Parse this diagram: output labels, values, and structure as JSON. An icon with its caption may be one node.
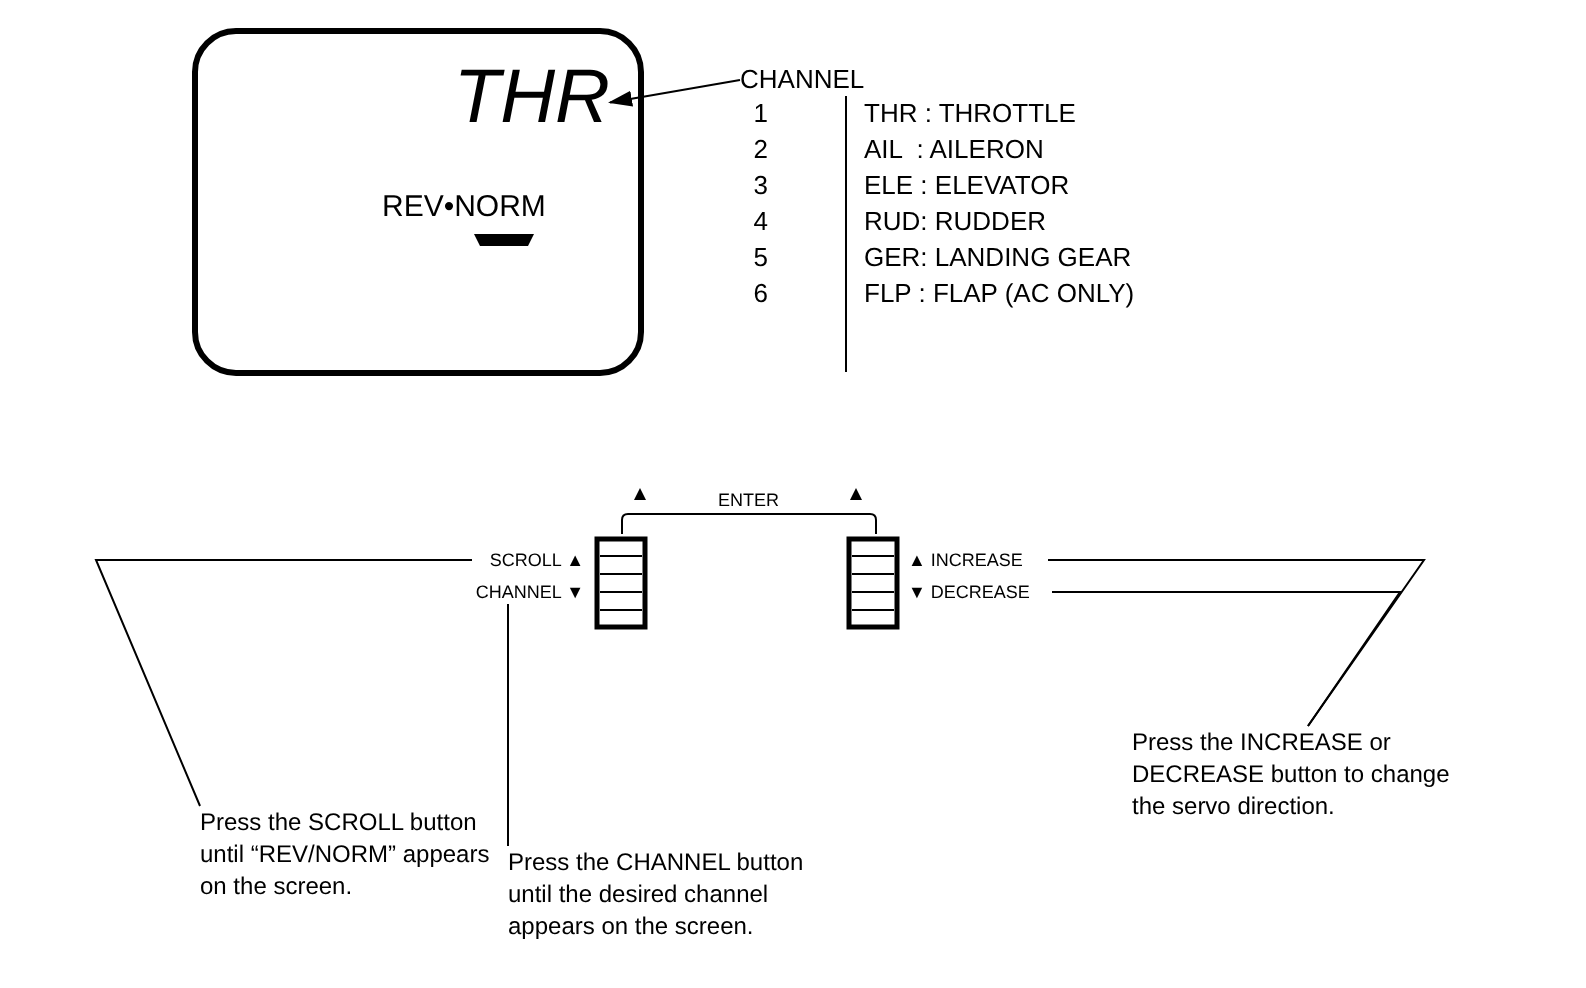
{
  "diagram": {
    "nodes": [
      {
        "text": [
          "REV•NORM"
        ]
      },
      {
        "text": [
          "THR"
        ],
        "in": 0
      },
      {
        "text": [
          "CHANNEL"
        ]
      },
      {
        "text": [
          "SCROLL ▲"
        ]
      },
      {
        "text": [
          "CHANNEL ▼"
        ]
      },
      {
        "text": [],
        "shape": "box"
      },
      {
        "text": [],
        "shape": "box"
      },
      {
        "text": [
          "▲ INCREASE"
        ]
      },
      {
        "text": [
          "▼ DECREASE"
        ]
      },
      {
        "text": [
          "Press the SCROLL button until “REV/NORM” appears on the screen."
        ]
      },
      {
        "text": [
          "Press the CHANNEL button until the desired channel appears on the screen."
        ]
      },
      {
        "text": [
          "Press the INCREASE or DECREASE button to change the servo direction."
        ]
      }
    ],
    "edges": [
      {
        "from": 2,
        "to": 1,
        "arrow": "to"
      },
      {
        "from": 9,
        "to": 3,
        "arrow": "none"
      },
      {
        "from": 10,
        "to": 4,
        "arrow": "none"
      },
      {
        "from": 11,
        "to": 7,
        "arrow": "none"
      },
      {
        "from": 11,
        "to": 8,
        "arrow": "none"
      }
    ],
    "labels": [
      "1",
      "THR : THROTTLE",
      "2",
      "AIL  : AILERON",
      "3",
      "ELE : ELEVATOR",
      "4",
      "RUD: RUDDER",
      "5",
      "GER: LANDING GEAR",
      "6",
      "FLP : FLAP (AC ONLY)",
      "ENTER"
    ]
  }
}
